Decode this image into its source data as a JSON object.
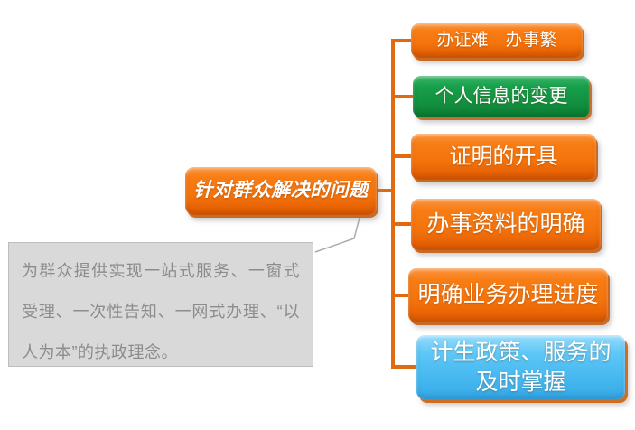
{
  "diagram": {
    "root": {
      "label": "针对群众解决的问题"
    },
    "branches": [
      {
        "label": "办证难　办事繁",
        "color": "orange"
      },
      {
        "label": "个人信息的变更",
        "color": "green"
      },
      {
        "label": "证明的开具",
        "color": "orange"
      },
      {
        "label": "办事资料的明确",
        "color": "orange"
      },
      {
        "label": "明确业务办理进度",
        "color": "orange"
      },
      {
        "label": "计生政策、服务的及时掌握",
        "color": "blue"
      }
    ],
    "callout": {
      "text": "为群众提供实现一站式服务、一窗式受理、一次性告知、一网式办理、“以人为本”的执政理念。"
    },
    "colors": {
      "orange": "#F4730C",
      "green": "#12903F",
      "blue": "#47B9F0",
      "connector": "#E2690F",
      "callout_bg": "#D9D9D9",
      "callout_border": "#BDBDBD",
      "callout_text": "#8C8C8C",
      "leader_line": "#ABABAB"
    }
  }
}
